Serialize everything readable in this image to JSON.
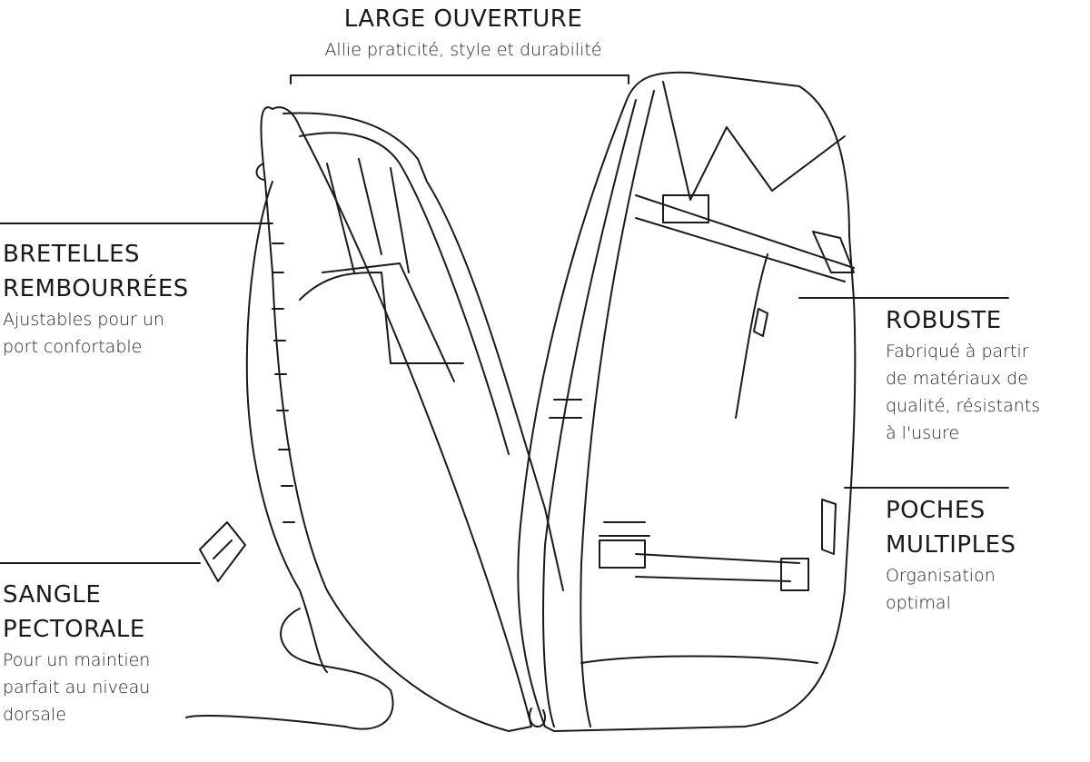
{
  "top": {
    "title": "LARGE OUVERTURE",
    "subtitle": "Allie praticité, style et durabilité"
  },
  "features": [
    {
      "title_lines": [
        "BRETELLES",
        "REMBOURRÉES"
      ],
      "desc_lines": [
        "Ajustables pour un",
        "port confortable"
      ]
    },
    {
      "title_lines": [
        "SANGLE",
        "PECTORALE"
      ],
      "desc_lines": [
        "Pour un maintien",
        "parfait au niveau",
        "dorsale"
      ]
    },
    {
      "title_lines": [
        "ROBUSTE"
      ],
      "desc_lines": [
        "Fabriqué à partir",
        "de matériaux de",
        "qualité, résistants",
        "à l'usure"
      ]
    },
    {
      "title_lines": [
        "POCHES",
        "MULTIPLES"
      ],
      "desc_lines": [
        "Organisation",
        "optimal"
      ]
    }
  ],
  "colors": {
    "line": "#1a1a1a",
    "background": "#ffffff"
  }
}
